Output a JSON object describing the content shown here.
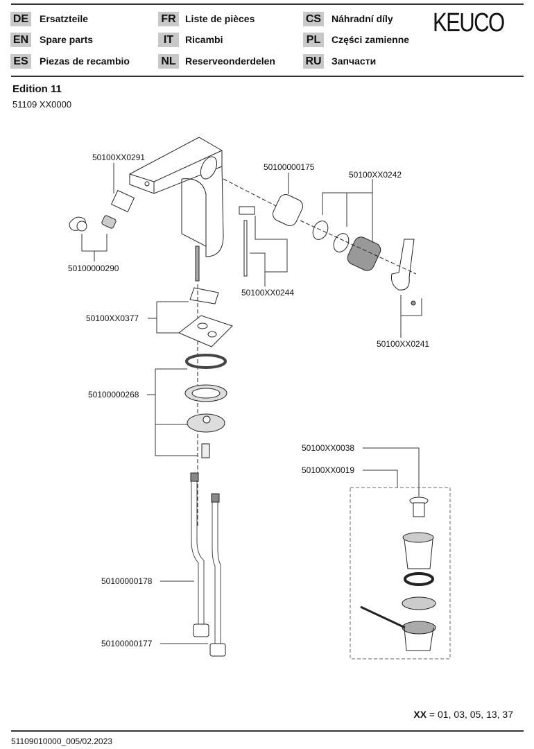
{
  "header": {
    "languages": [
      {
        "code": "DE",
        "label": "Ersatzteile"
      },
      {
        "code": "EN",
        "label": "Spare parts"
      },
      {
        "code": "ES",
        "label": "Piezas de recambio"
      },
      {
        "code": "FR",
        "label": "Liste de pièces"
      },
      {
        "code": "IT",
        "label": "Ricambi"
      },
      {
        "code": "NL",
        "label": "Reserveonderdelen"
      },
      {
        "code": "CS",
        "label": "Náhradní díly"
      },
      {
        "code": "PL",
        "label": "Części zamienne"
      },
      {
        "code": "RU",
        "label": "Запчасти"
      }
    ],
    "logo": "KEUCO"
  },
  "product": {
    "name": "Edition 11",
    "number": "51109 XX0000"
  },
  "parts": [
    "50100XX0291",
    "50100000175",
    "50100XX0242",
    "50100000290",
    "50100XX0244",
    "50100XX0377",
    "50100XX0241",
    "50100000268",
    "50100XX0038",
    "50100XX0019",
    "50100000178",
    "50100000177"
  ],
  "legend": {
    "key": "XX",
    "eq": " = ",
    "values": "01, 03, 05, 13, 37"
  },
  "footer": {
    "doc_id": "51109010000_005/02.2023"
  }
}
